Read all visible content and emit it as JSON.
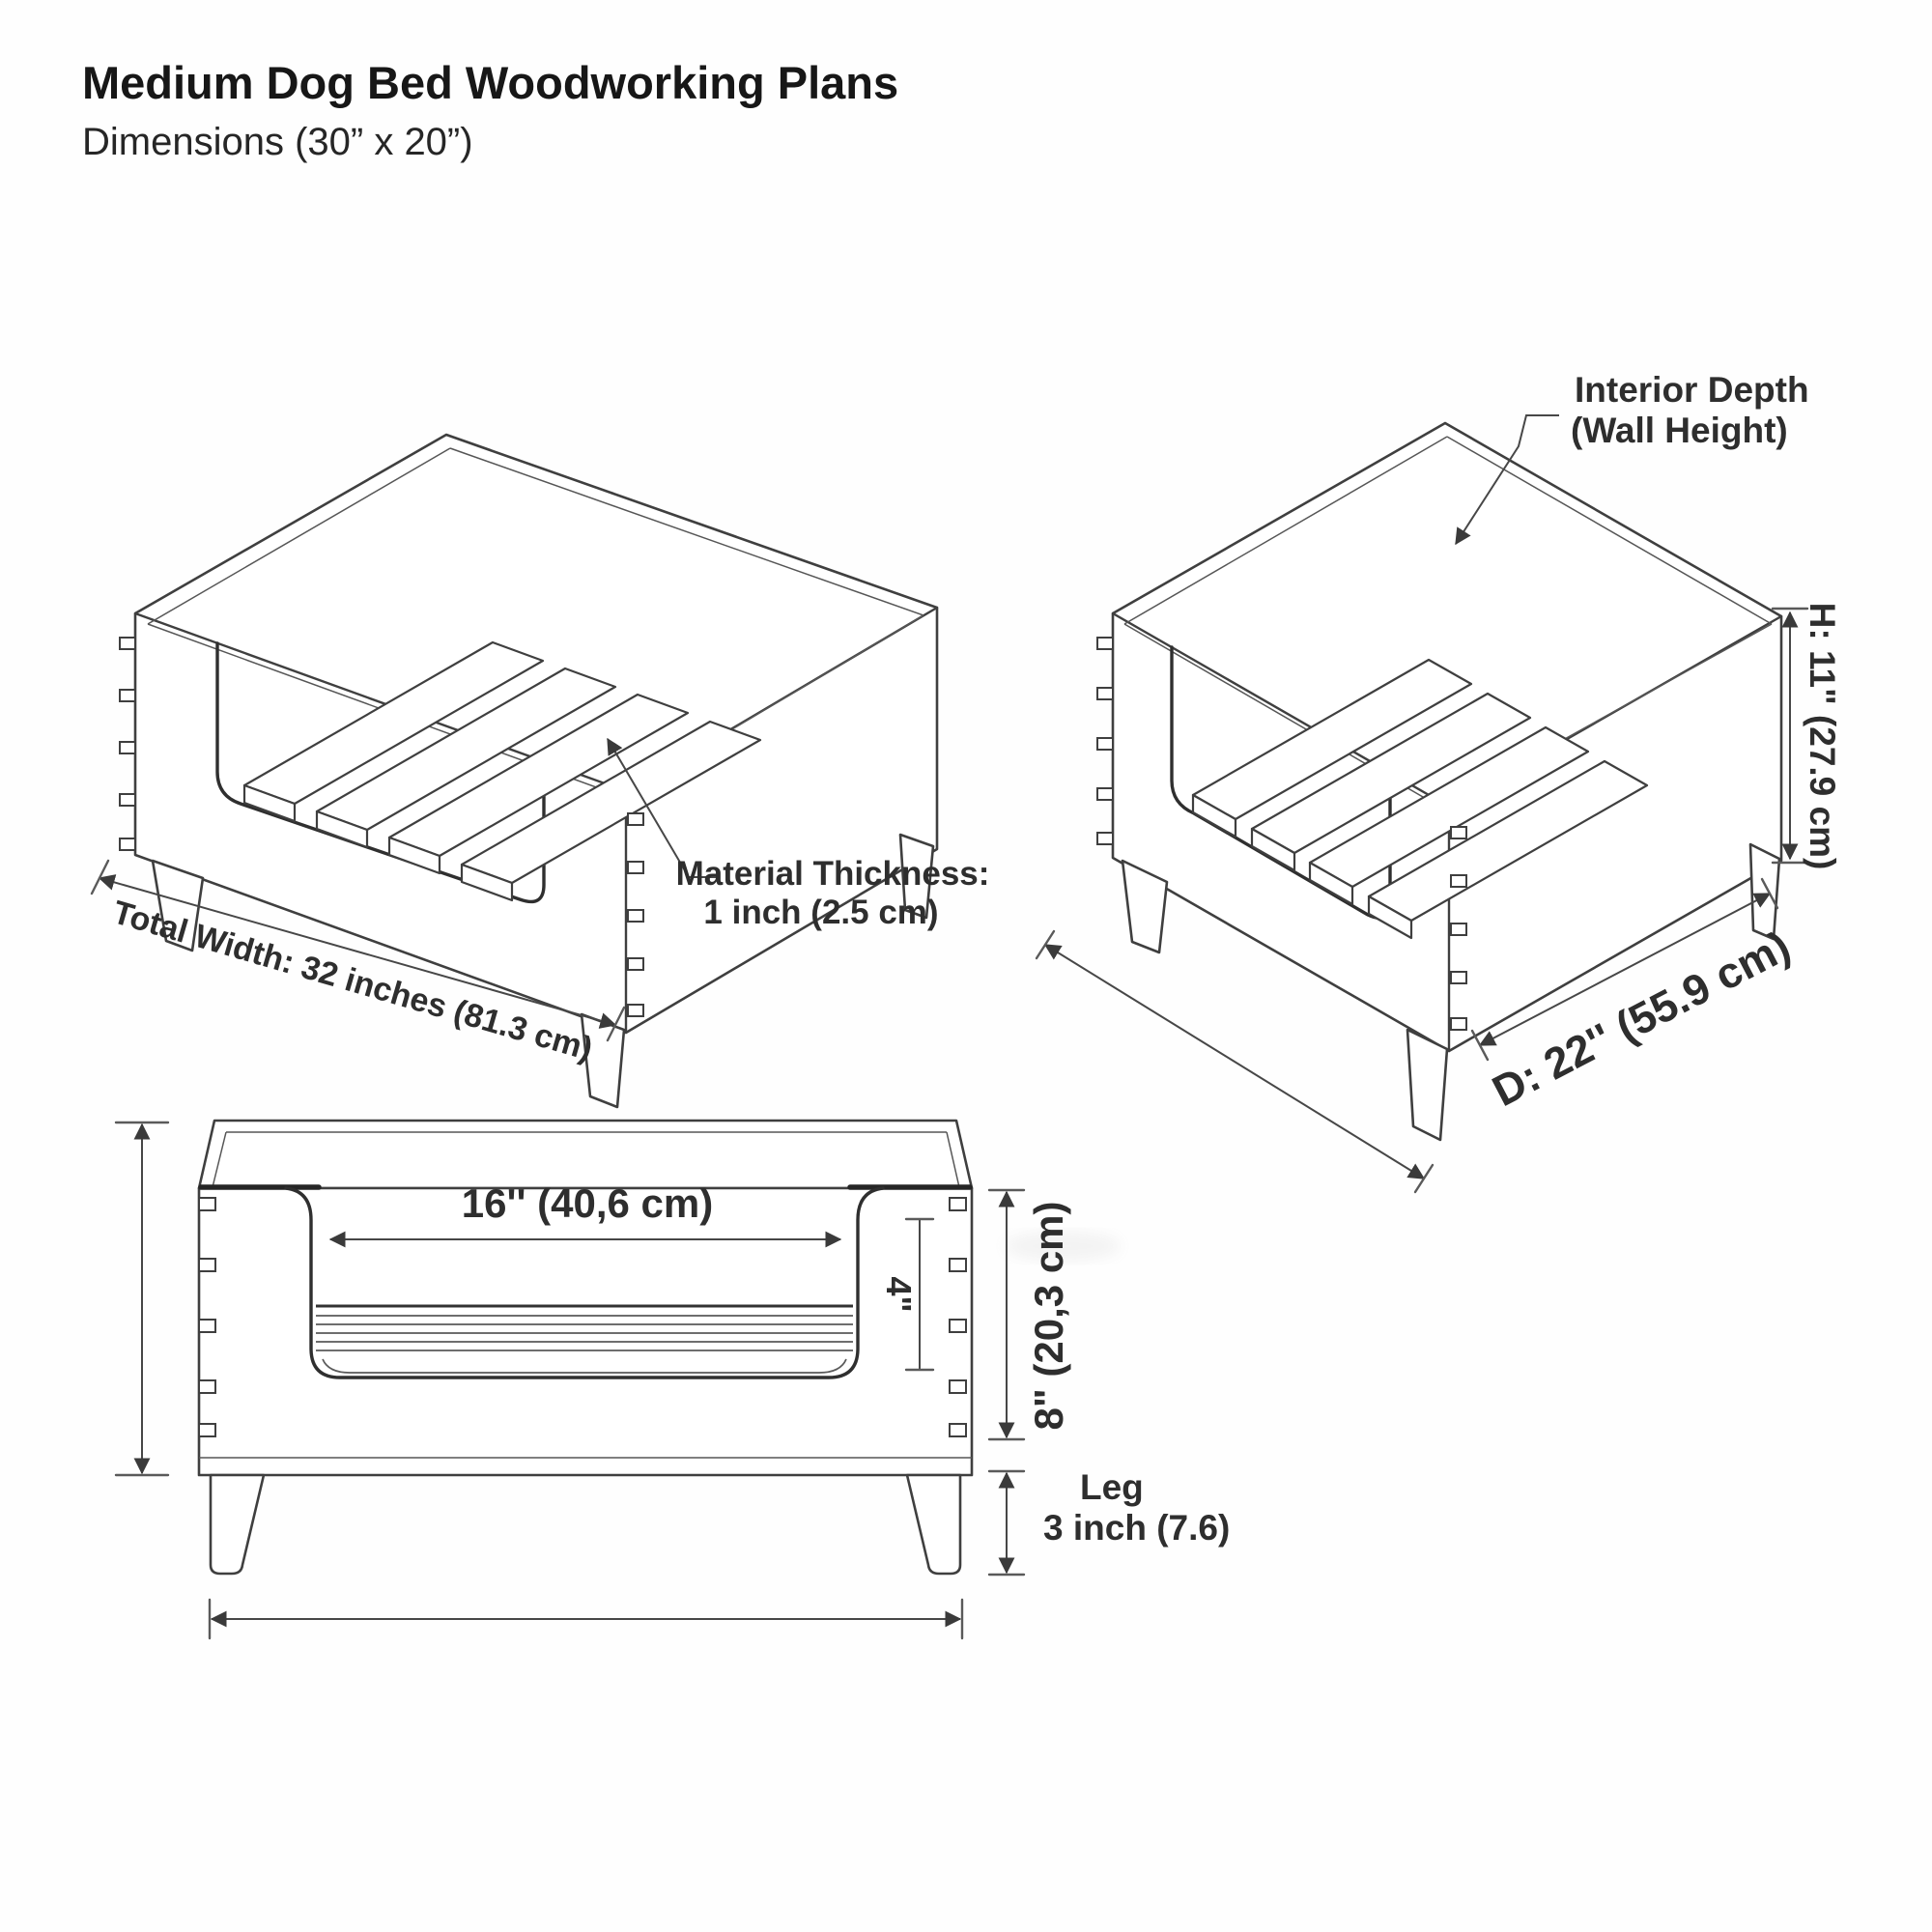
{
  "doc": {
    "title": "Medium Dog Bed Woodworking Plans",
    "subtitle": "Dimensions (30” x 20”)"
  },
  "iso_left": {
    "dim_total_width": "Total Width: 32 inches (81.3 cm)",
    "callout_material_1": "Material Thickness:",
    "callout_material_2": "1 inch (2.5 cm)"
  },
  "iso_right": {
    "callout_interior_1": "Interior Depth",
    "callout_interior_2": "(Wall Height)",
    "dim_height": "H: 11\" (27.9 cm)",
    "dim_depth": "D: 22'' (55.9 cm)"
  },
  "front": {
    "dim_opening_width": "16'' (40,6 cm)",
    "dim_opening_drop": "4\"",
    "dim_wall_height": "8\" (20,3 cm)",
    "dim_leg_1": "Leg",
    "dim_leg_2": "3 inch (7.6)"
  }
}
